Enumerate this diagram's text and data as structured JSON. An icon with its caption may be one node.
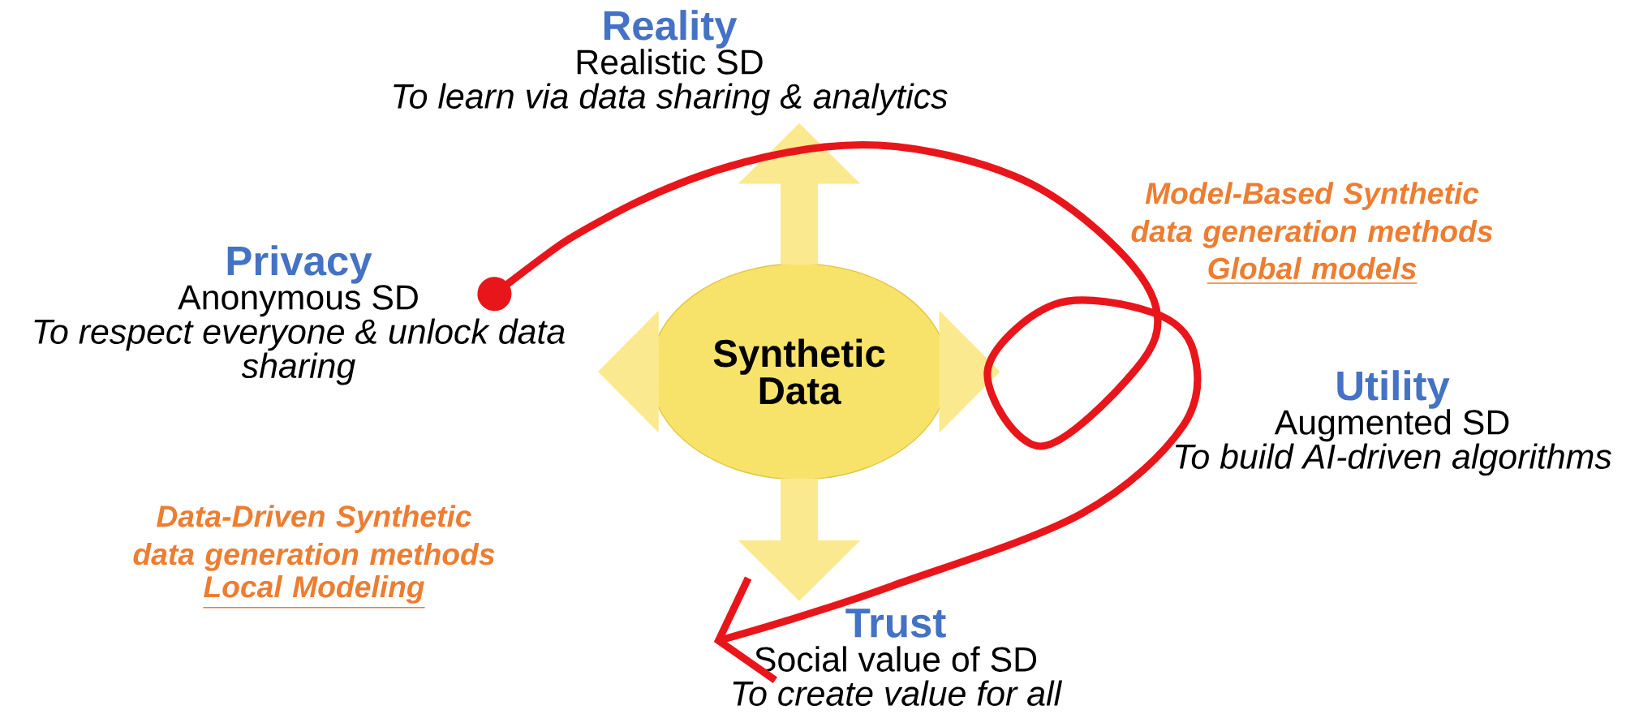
{
  "diagram": {
    "nodes": [
      {
        "text": [
          "Reality",
          "Realistic SD",
          "To learn via data sharing & analytics"
        ]
      },
      {
        "text": [
          "Privacy",
          "Anonymous SD",
          "To respect everyone & unlock data sharing"
        ]
      },
      {
        "text": [
          "Synthetic Data"
        ]
      },
      {
        "text": [
          "Utility",
          "Augmented SD",
          "To build AI-driven algorithms"
        ]
      },
      {
        "text": [
          "Trust",
          "Social value of SD",
          "To create value for all"
        ]
      }
    ],
    "edges": [
      {
        "from": 2,
        "to": 0,
        "arrow": "to"
      },
      {
        "from": 2,
        "to": 1,
        "arrow": "to"
      },
      {
        "from": 2,
        "to": 4,
        "arrow": "to"
      },
      {
        "from": 1,
        "to": 4,
        "arrow": "to",
        "color": "#e8161b"
      }
    ],
    "labels": [
      "Model-Based Synthetic data generation methods",
      "Global models",
      "Data-Driven Synthetic data generation methods",
      "Local Modeling"
    ]
  }
}
